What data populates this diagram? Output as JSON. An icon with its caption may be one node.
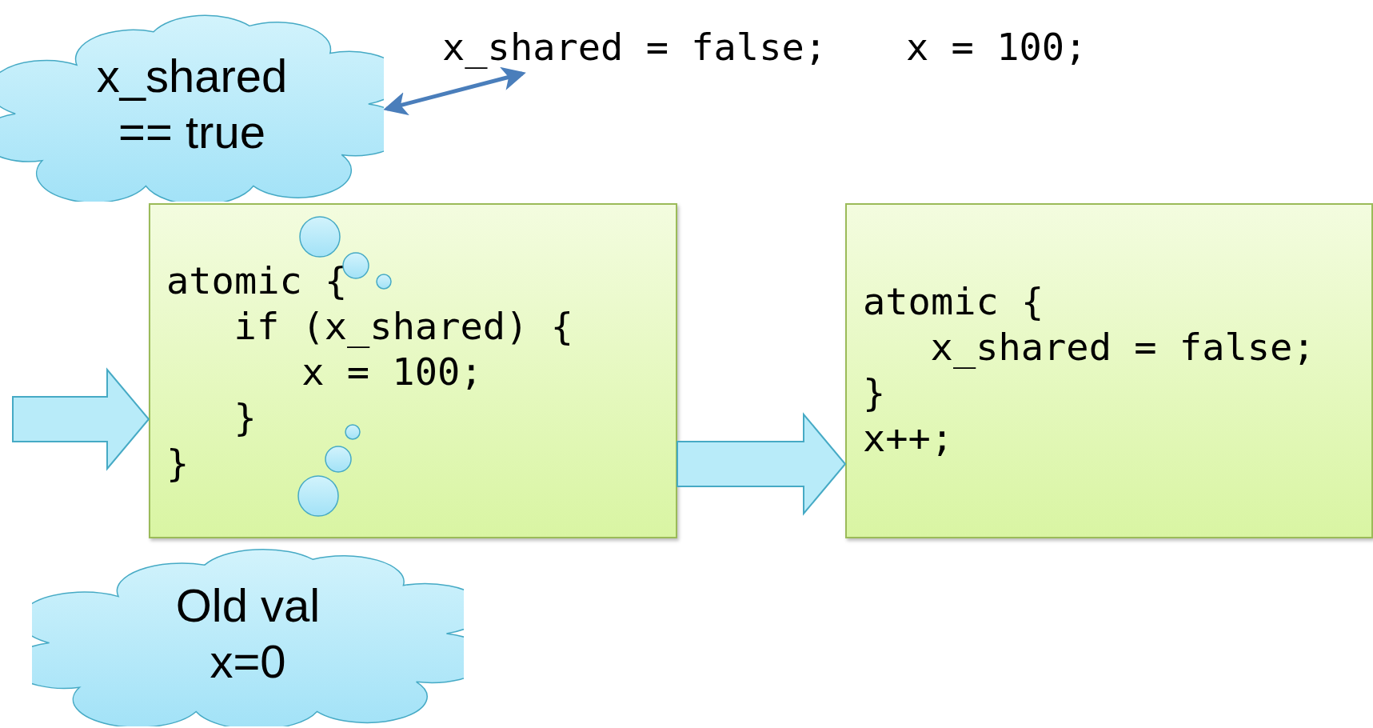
{
  "diagram": {
    "nodes": [
      {
        "text": [
          "x_shared == true"
        ]
      },
      {
        "text": [
          "x_shared = false;"
        ]
      },
      {
        "text": [
          "atomic {",
          "if (x_shared) {",
          "x = 100;",
          "}",
          "}"
        ]
      },
      {
        "text": [
          "atomic {",
          "x_shared = false;",
          "}",
          "x++;"
        ]
      },
      {
        "text": [
          "Old val x=0"
        ]
      }
    ],
    "edges": [
      {
        "from": 0,
        "to": 1,
        "arrow": "both",
        "color": "#4a7ebb"
      },
      {
        "from": null,
        "to": 2,
        "arrow": "to",
        "style": "thick"
      },
      {
        "from": 2,
        "to": 3,
        "arrow": "to",
        "style": "thick"
      }
    ],
    "labels": [
      "x = 100;"
    ]
  }
}
